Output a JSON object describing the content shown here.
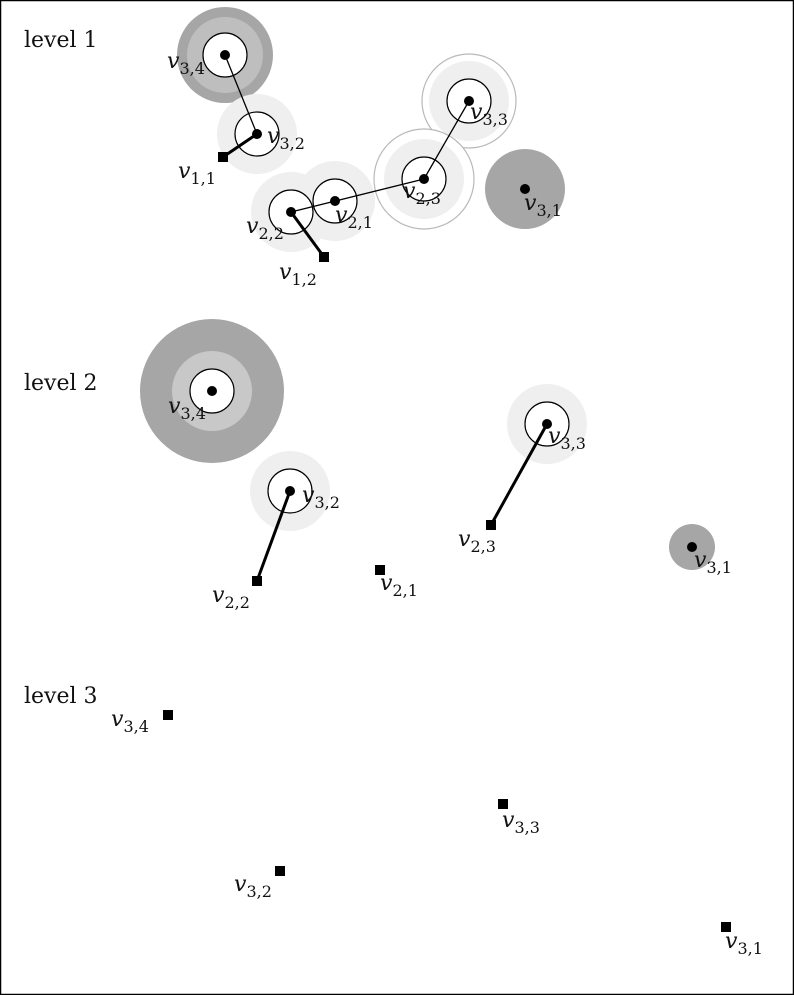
{
  "levels": [
    {
      "title": "level 1",
      "nodes": [
        {
          "id": "v34",
          "name": "v",
          "sub": "3,4"
        },
        {
          "id": "v32",
          "name": "v",
          "sub": "3,2"
        },
        {
          "id": "v11",
          "name": "v",
          "sub": "1,1"
        },
        {
          "id": "v33",
          "name": "v",
          "sub": "3,3"
        },
        {
          "id": "v23",
          "name": "v",
          "sub": "2,3"
        },
        {
          "id": "v31",
          "name": "v",
          "sub": "3,1"
        },
        {
          "id": "v22",
          "name": "v",
          "sub": "2,2"
        },
        {
          "id": "v21",
          "name": "v",
          "sub": "2,1"
        },
        {
          "id": "v12",
          "name": "v",
          "sub": "1,2"
        }
      ]
    },
    {
      "title": "level 2",
      "nodes": [
        {
          "id": "v34",
          "name": "v",
          "sub": "3,4"
        },
        {
          "id": "v33",
          "name": "v",
          "sub": "3,3"
        },
        {
          "id": "v32",
          "name": "v",
          "sub": "3,2"
        },
        {
          "id": "v23",
          "name": "v",
          "sub": "2,3"
        },
        {
          "id": "v31",
          "name": "v",
          "sub": "3,1"
        },
        {
          "id": "v22",
          "name": "v",
          "sub": "2,2"
        },
        {
          "id": "v21",
          "name": "v",
          "sub": "2,1"
        }
      ]
    },
    {
      "title": "level 3",
      "nodes": [
        {
          "id": "v34",
          "name": "v",
          "sub": "3,4"
        },
        {
          "id": "v33",
          "name": "v",
          "sub": "3,3"
        },
        {
          "id": "v32",
          "name": "v",
          "sub": "3,2"
        },
        {
          "id": "v31",
          "name": "v",
          "sub": "3,1"
        }
      ]
    }
  ],
  "colors": {
    "border": "#000000",
    "dark_disk": "#a6a6a6",
    "mid_disk": "#c8c8c8",
    "light_disk": "#efefef",
    "ring_outline": "#b9b9b9",
    "node": "#000000"
  }
}
